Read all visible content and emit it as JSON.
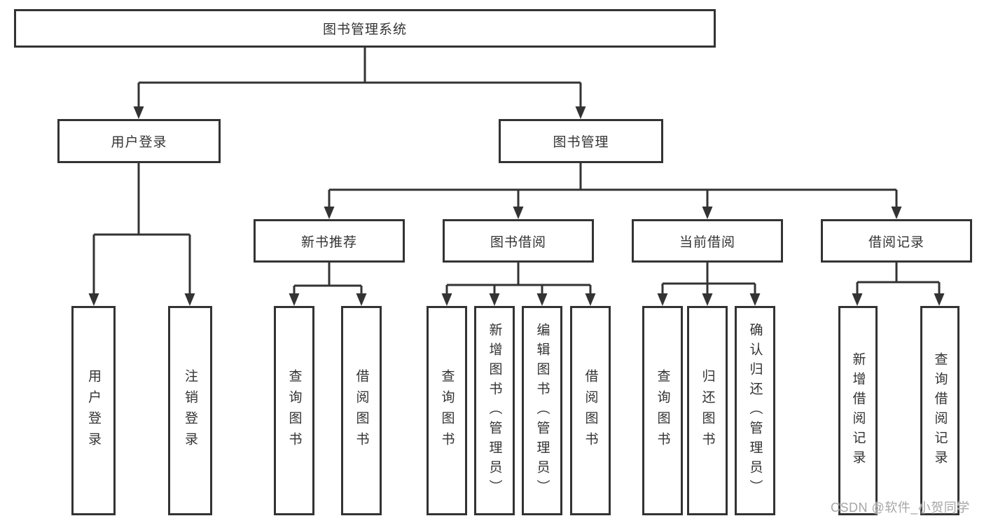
{
  "tree": {
    "root": {
      "label": "图书管理系统",
      "children": [
        {
          "label": "用户登录",
          "children": [
            {
              "label": "用户登录"
            },
            {
              "label": "注销登录"
            }
          ]
        },
        {
          "label": "图书管理",
          "children": [
            {
              "label": "新书推荐",
              "children": [
                {
                  "label": "查询图书"
                },
                {
                  "label": "借阅图书"
                }
              ]
            },
            {
              "label": "图书借阅",
              "children": [
                {
                  "label": "查询图书"
                },
                {
                  "label": "新增图书（管理员）"
                },
                {
                  "label": "编辑图书（管理员）"
                },
                {
                  "label": "借阅图书"
                }
              ]
            },
            {
              "label": "当前借阅",
              "children": [
                {
                  "label": "查询图书"
                },
                {
                  "label": "归还图书"
                },
                {
                  "label": "确认归还（管理员）"
                }
              ]
            },
            {
              "label": "借阅记录",
              "children": [
                {
                  "label": "新增借阅记录"
                },
                {
                  "label": "查询借阅记录"
                }
              ]
            }
          ]
        }
      ]
    }
  },
  "watermark": {
    "text": "CSDN @软件_小贺同学"
  },
  "colors": {
    "line": "#333333",
    "box_border": "#333333",
    "box_bg": "#ffffff",
    "text": "#333333",
    "watermark": "#a6a6a6"
  }
}
